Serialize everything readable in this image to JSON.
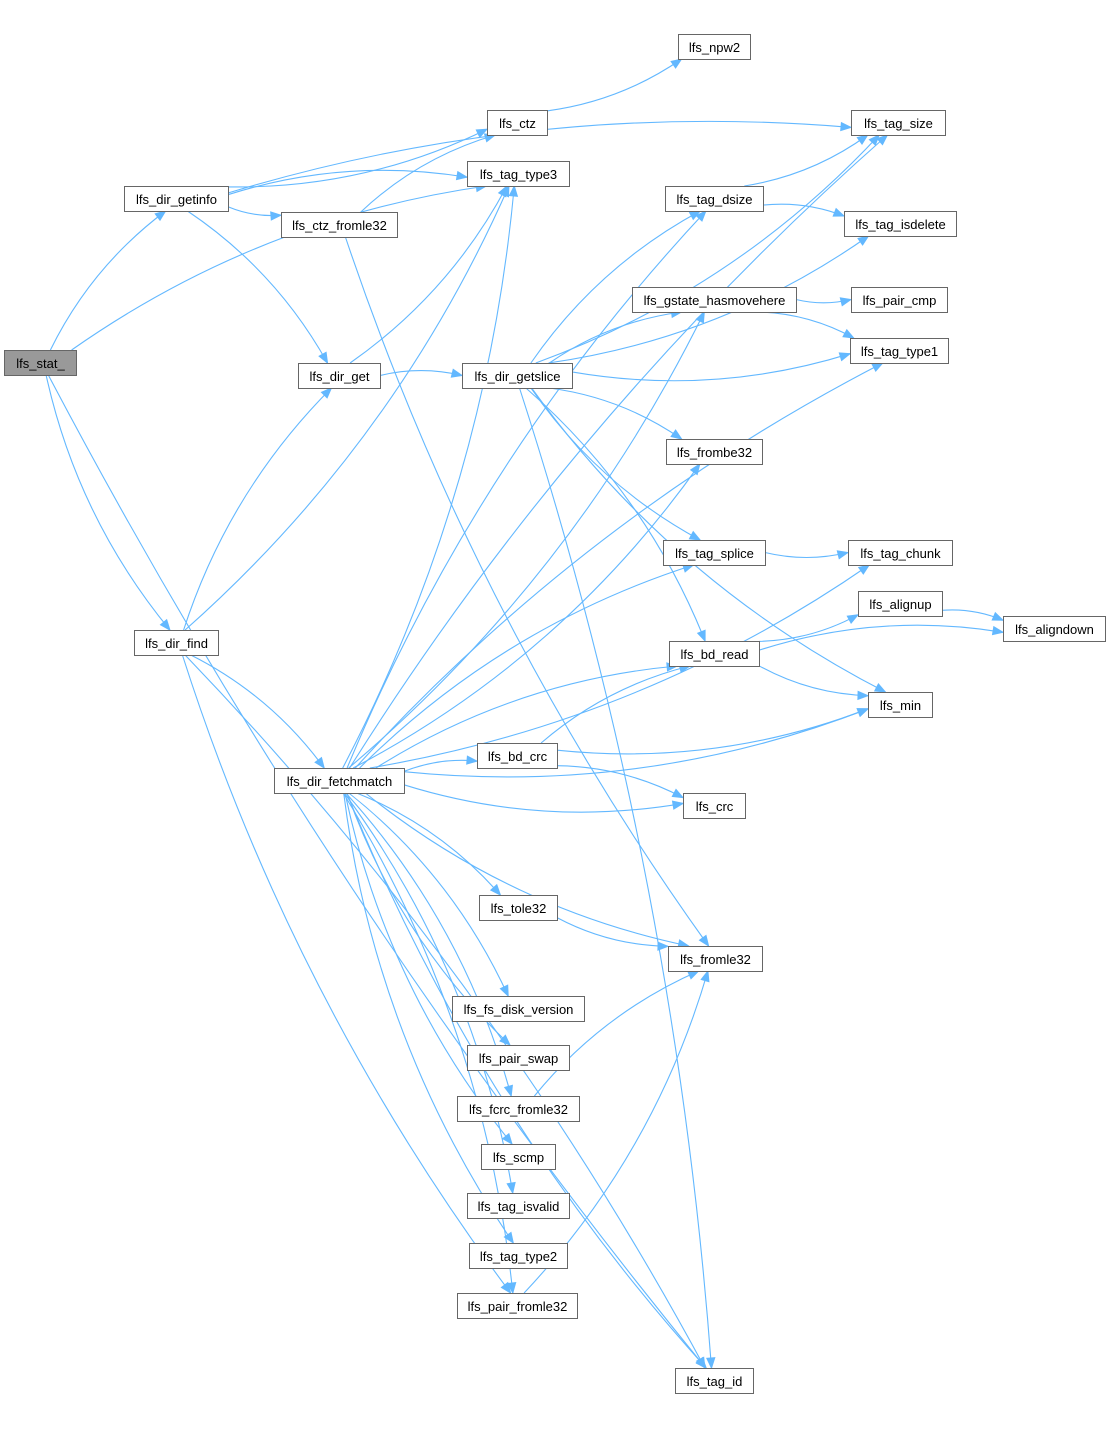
{
  "diagram": {
    "root": "lfs_stat_",
    "nodes": [
      {
        "id": "lfs_stat_",
        "label": "lfs_stat_"
      },
      {
        "id": "lfs_dir_getinfo",
        "label": "lfs_dir_getinfo"
      },
      {
        "id": "lfs_dir_find",
        "label": "lfs_dir_find"
      },
      {
        "id": "lfs_tag_id",
        "label": "lfs_tag_id"
      },
      {
        "id": "lfs_tag_size",
        "label": "lfs_tag_size"
      },
      {
        "id": "lfs_tag_type3",
        "label": "lfs_tag_type3"
      },
      {
        "id": "lfs_ctz",
        "label": "lfs_ctz"
      },
      {
        "id": "lfs_ctz_fromle32",
        "label": "lfs_ctz_fromle32"
      },
      {
        "id": "lfs_dir_get",
        "label": "lfs_dir_get"
      },
      {
        "id": "lfs_npw2",
        "label": "lfs_npw2"
      },
      {
        "id": "lfs_fromle32",
        "label": "lfs_fromle32"
      },
      {
        "id": "lfs_dir_getslice",
        "label": "lfs_dir_getslice"
      },
      {
        "id": "lfs_dir_fetchmatch",
        "label": "lfs_dir_fetchmatch"
      },
      {
        "id": "lfs_pair_fromle32",
        "label": "lfs_pair_fromle32"
      },
      {
        "id": "lfs_tag_dsize",
        "label": "lfs_tag_dsize"
      },
      {
        "id": "lfs_tag_isdelete",
        "label": "lfs_tag_isdelete"
      },
      {
        "id": "lfs_gstate_hasmovehere",
        "label": "lfs_gstate_hasmovehere"
      },
      {
        "id": "lfs_pair_cmp",
        "label": "lfs_pair_cmp"
      },
      {
        "id": "lfs_tag_type1",
        "label": "lfs_tag_type1"
      },
      {
        "id": "lfs_frombe32",
        "label": "lfs_frombe32"
      },
      {
        "id": "lfs_tag_splice",
        "label": "lfs_tag_splice"
      },
      {
        "id": "lfs_tag_chunk",
        "label": "lfs_tag_chunk"
      },
      {
        "id": "lfs_alignup",
        "label": "lfs_alignup"
      },
      {
        "id": "lfs_aligndown",
        "label": "lfs_aligndown"
      },
      {
        "id": "lfs_bd_read",
        "label": "lfs_bd_read"
      },
      {
        "id": "lfs_min",
        "label": "lfs_min"
      },
      {
        "id": "lfs_bd_crc",
        "label": "lfs_bd_crc"
      },
      {
        "id": "lfs_crc",
        "label": "lfs_crc"
      },
      {
        "id": "lfs_tole32",
        "label": "lfs_tole32"
      },
      {
        "id": "lfs_fs_disk_version",
        "label": "lfs_fs_disk_version"
      },
      {
        "id": "lfs_pair_swap",
        "label": "lfs_pair_swap"
      },
      {
        "id": "lfs_fcrc_fromle32",
        "label": "lfs_fcrc_fromle32"
      },
      {
        "id": "lfs_scmp",
        "label": "lfs_scmp"
      },
      {
        "id": "lfs_tag_isvalid",
        "label": "lfs_tag_isvalid"
      },
      {
        "id": "lfs_tag_type2",
        "label": "lfs_tag_type2"
      }
    ],
    "edges": [
      [
        "lfs_stat_",
        "lfs_dir_getinfo"
      ],
      [
        "lfs_stat_",
        "lfs_dir_find"
      ],
      [
        "lfs_stat_",
        "lfs_tag_type3"
      ],
      [
        "lfs_stat_",
        "lfs_tag_id"
      ],
      [
        "lfs_dir_getinfo",
        "lfs_tag_size"
      ],
      [
        "lfs_dir_getinfo",
        "lfs_ctz"
      ],
      [
        "lfs_dir_getinfo",
        "lfs_tag_type3"
      ],
      [
        "lfs_dir_getinfo",
        "lfs_ctz_fromle32"
      ],
      [
        "lfs_dir_getinfo",
        "lfs_dir_get"
      ],
      [
        "lfs_ctz",
        "lfs_npw2"
      ],
      [
        "lfs_ctz_fromle32",
        "lfs_ctz"
      ],
      [
        "lfs_ctz_fromle32",
        "lfs_fromle32"
      ],
      [
        "lfs_dir_get",
        "lfs_dir_getslice"
      ],
      [
        "lfs_dir_get",
        "lfs_tag_type3"
      ],
      [
        "lfs_dir_find",
        "lfs_dir_get"
      ],
      [
        "lfs_dir_find",
        "lfs_tag_type3"
      ],
      [
        "lfs_dir_find",
        "lfs_dir_fetchmatch"
      ],
      [
        "lfs_dir_find",
        "lfs_pair_fromle32"
      ],
      [
        "lfs_dir_find",
        "lfs_tag_id"
      ],
      [
        "lfs_dir_getslice",
        "lfs_tag_size"
      ],
      [
        "lfs_dir_getslice",
        "lfs_tag_dsize"
      ],
      [
        "lfs_dir_getslice",
        "lfs_tag_isdelete"
      ],
      [
        "lfs_dir_getslice",
        "lfs_gstate_hasmovehere"
      ],
      [
        "lfs_dir_getslice",
        "lfs_tag_type1"
      ],
      [
        "lfs_dir_getslice",
        "lfs_frombe32"
      ],
      [
        "lfs_dir_getslice",
        "lfs_tag_splice"
      ],
      [
        "lfs_dir_getslice",
        "lfs_bd_read"
      ],
      [
        "lfs_dir_getslice",
        "lfs_min"
      ],
      [
        "lfs_dir_getslice",
        "lfs_tag_id"
      ],
      [
        "lfs_tag_dsize",
        "lfs_tag_size"
      ],
      [
        "lfs_tag_dsize",
        "lfs_tag_isdelete"
      ],
      [
        "lfs_gstate_hasmovehere",
        "lfs_pair_cmp"
      ],
      [
        "lfs_gstate_hasmovehere",
        "lfs_tag_type1"
      ],
      [
        "lfs_tag_splice",
        "lfs_tag_chunk"
      ],
      [
        "lfs_alignup",
        "lfs_aligndown"
      ],
      [
        "lfs_bd_read",
        "lfs_alignup"
      ],
      [
        "lfs_bd_read",
        "lfs_aligndown"
      ],
      [
        "lfs_bd_read",
        "lfs_min"
      ],
      [
        "lfs_bd_crc",
        "lfs_bd_read"
      ],
      [
        "lfs_bd_crc",
        "lfs_min"
      ],
      [
        "lfs_bd_crc",
        "lfs_crc"
      ],
      [
        "lfs_tole32",
        "lfs_fromle32"
      ],
      [
        "lfs_fcrc_fromle32",
        "lfs_fromle32"
      ],
      [
        "lfs_pair_fromle32",
        "lfs_fromle32"
      ],
      [
        "lfs_dir_fetchmatch",
        "lfs_tag_size"
      ],
      [
        "lfs_dir_fetchmatch",
        "lfs_tag_type3"
      ],
      [
        "lfs_dir_fetchmatch",
        "lfs_tag_dsize"
      ],
      [
        "lfs_dir_fetchmatch",
        "lfs_gstate_hasmovehere"
      ],
      [
        "lfs_dir_fetchmatch",
        "lfs_tag_type1"
      ],
      [
        "lfs_dir_fetchmatch",
        "lfs_frombe32"
      ],
      [
        "lfs_dir_fetchmatch",
        "lfs_tag_splice"
      ],
      [
        "lfs_dir_fetchmatch",
        "lfs_tag_chunk"
      ],
      [
        "lfs_dir_fetchmatch",
        "lfs_bd_read"
      ],
      [
        "lfs_dir_fetchmatch",
        "lfs_min"
      ],
      [
        "lfs_dir_fetchmatch",
        "lfs_bd_crc"
      ],
      [
        "lfs_dir_fetchmatch",
        "lfs_crc"
      ],
      [
        "lfs_dir_fetchmatch",
        "lfs_tole32"
      ],
      [
        "lfs_dir_fetchmatch",
        "lfs_fromle32"
      ],
      [
        "lfs_dir_fetchmatch",
        "lfs_fs_disk_version"
      ],
      [
        "lfs_dir_fetchmatch",
        "lfs_pair_swap"
      ],
      [
        "lfs_dir_fetchmatch",
        "lfs_fcrc_fromle32"
      ],
      [
        "lfs_dir_fetchmatch",
        "lfs_scmp"
      ],
      [
        "lfs_dir_fetchmatch",
        "lfs_tag_isvalid"
      ],
      [
        "lfs_dir_fetchmatch",
        "lfs_tag_type2"
      ],
      [
        "lfs_dir_fetchmatch",
        "lfs_pair_fromle32"
      ],
      [
        "lfs_dir_fetchmatch",
        "lfs_tag_id"
      ]
    ]
  },
  "colors": {
    "edge": "#63b8ff",
    "node_border": "#666666",
    "node_fill": "#ffffff",
    "root_fill": "#999999",
    "text": "#000000"
  }
}
